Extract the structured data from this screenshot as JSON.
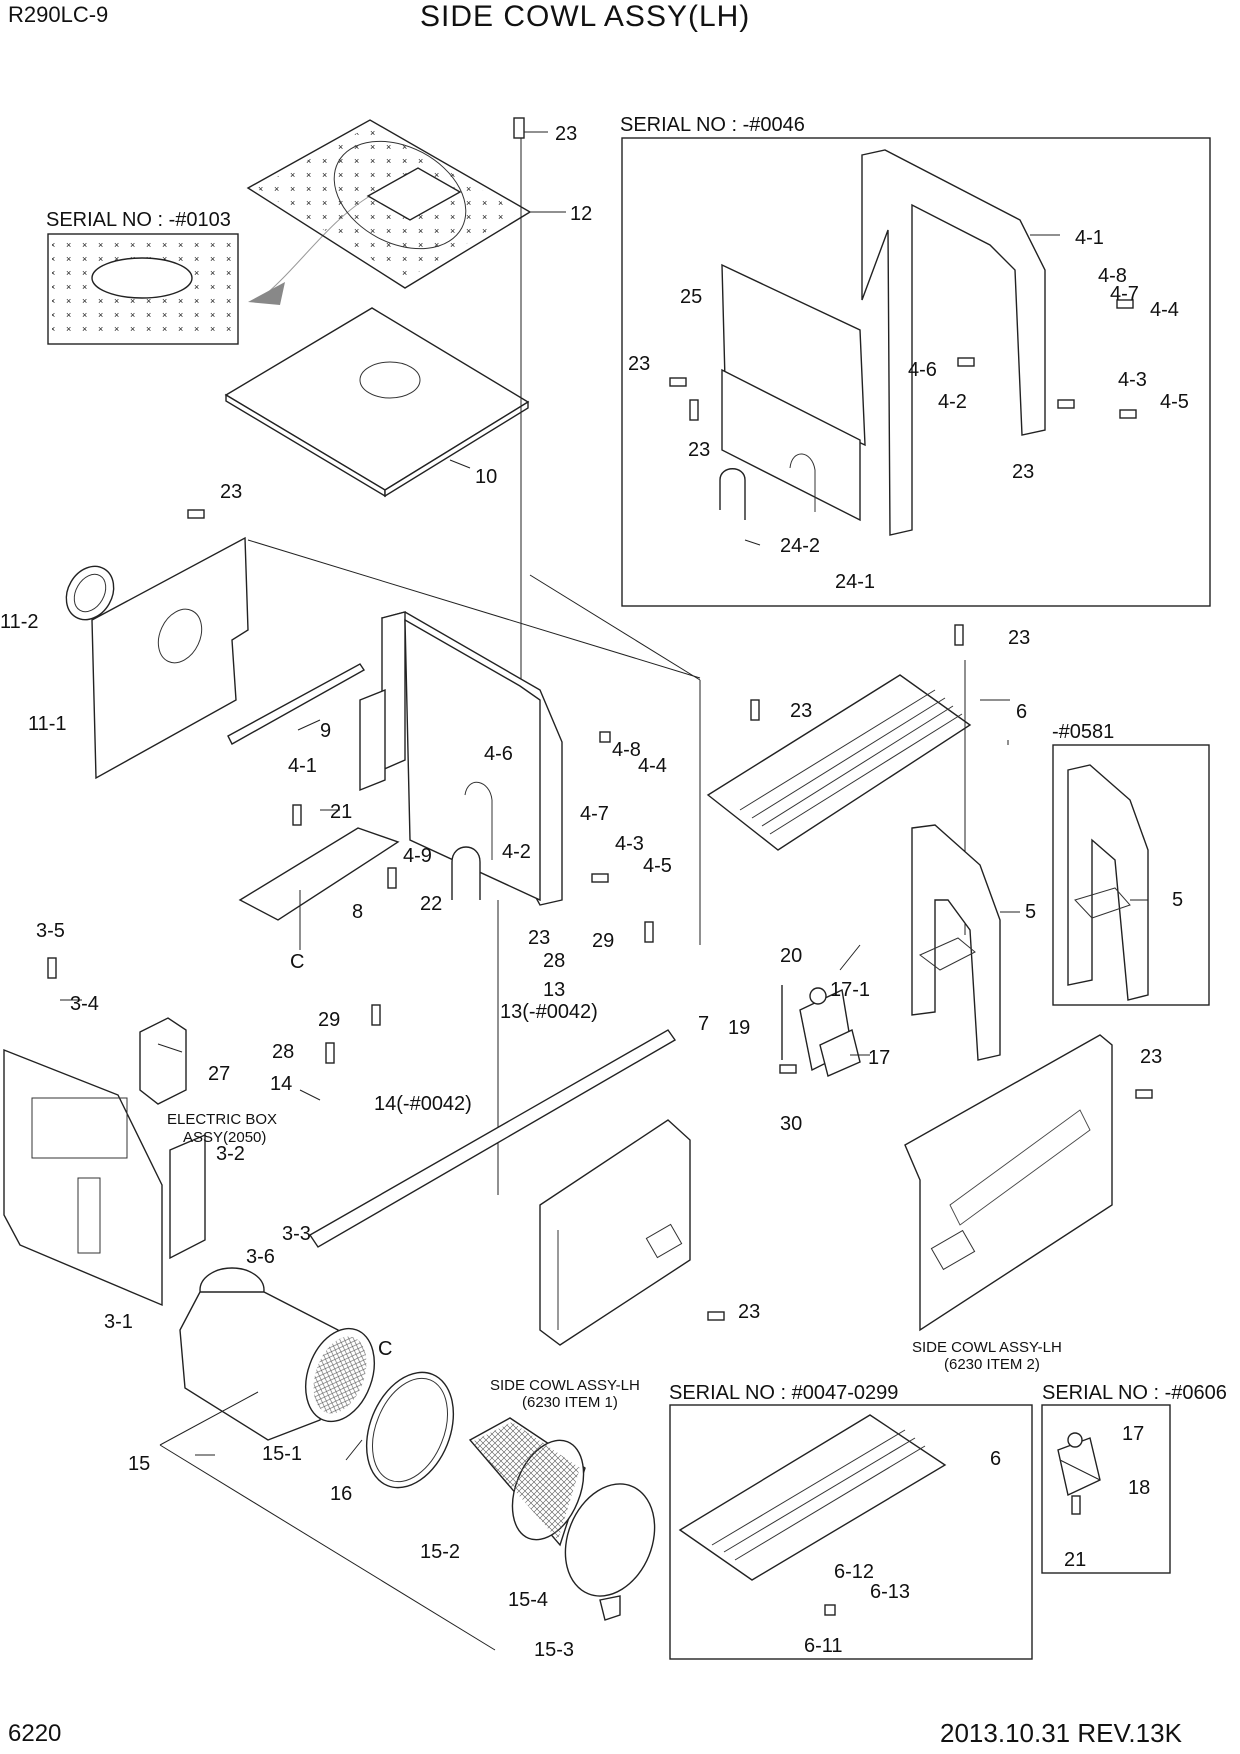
{
  "header": {
    "model": "R290LC-9",
    "title": "SIDE COWL ASSY(LH)"
  },
  "footer": {
    "page_number": "6220",
    "revision": "2013.10.31  REV.13K"
  },
  "serial_notes": {
    "n0103": "SERIAL NO : -#0103",
    "n0046": "SERIAL NO : -#0046",
    "n0581": "-#0581",
    "n0047": "SERIAL NO : #0047-0299",
    "n0606": "SERIAL NO : -#0606"
  },
  "captions": {
    "electric_box": [
      "ELECTRIC BOX",
      "ASSY(2050)"
    ],
    "cowl_item1": [
      "SIDE COWL ASSY-LH",
      "(6230 ITEM 1)"
    ],
    "cowl_item2": [
      "SIDE COWL ASSY-LH",
      "(6230 ITEM 2)"
    ]
  },
  "callouts": [
    {
      "id": "c23a",
      "text": "23"
    },
    {
      "id": "c12",
      "text": "12"
    },
    {
      "id": "c10",
      "text": "10"
    },
    {
      "id": "c23b",
      "text": "23"
    },
    {
      "id": "c11_2",
      "text": "11-2"
    },
    {
      "id": "c11_1",
      "text": "11-1"
    },
    {
      "id": "c9",
      "text": "9"
    },
    {
      "id": "c4_1",
      "text": "4-1"
    },
    {
      "id": "c21",
      "text": "21"
    },
    {
      "id": "c8",
      "text": "8"
    },
    {
      "id": "cC1",
      "text": "C"
    },
    {
      "id": "c22",
      "text": "22"
    },
    {
      "id": "c4_9",
      "text": "4-9"
    },
    {
      "id": "c4_6",
      "text": "4-6"
    },
    {
      "id": "c4_2",
      "text": "4-2"
    },
    {
      "id": "c4_8",
      "text": "4-8"
    },
    {
      "id": "c4_4",
      "text": "4-4"
    },
    {
      "id": "c4_7",
      "text": "4-7"
    },
    {
      "id": "c4_3",
      "text": "4-3"
    },
    {
      "id": "c4_5",
      "text": "4-5"
    },
    {
      "id": "c23c",
      "text": "23"
    },
    {
      "id": "c29a",
      "text": "29"
    },
    {
      "id": "c28a",
      "text": "28"
    },
    {
      "id": "c13",
      "text": "13"
    },
    {
      "id": "c13b",
      "text": "13(-#0042)"
    },
    {
      "id": "c7",
      "text": "7"
    },
    {
      "id": "c3_5",
      "text": "3-5"
    },
    {
      "id": "c3_4",
      "text": "3-4"
    },
    {
      "id": "c27",
      "text": "27"
    },
    {
      "id": "c29b",
      "text": "29"
    },
    {
      "id": "c28b",
      "text": "28"
    },
    {
      "id": "c14",
      "text": "14"
    },
    {
      "id": "c14b",
      "text": "14(-#0042)"
    },
    {
      "id": "c3_2",
      "text": "3-2"
    },
    {
      "id": "c3_3",
      "text": "3-3"
    },
    {
      "id": "c3_6",
      "text": "3-6"
    },
    {
      "id": "c3_1",
      "text": "3-1"
    },
    {
      "id": "c15",
      "text": "15"
    },
    {
      "id": "c15_1",
      "text": "15-1"
    },
    {
      "id": "c16",
      "text": "16"
    },
    {
      "id": "cC2",
      "text": "C"
    },
    {
      "id": "c15_2",
      "text": "15-2"
    },
    {
      "id": "c15_4",
      "text": "15-4"
    },
    {
      "id": "c15_3",
      "text": "15-3"
    },
    {
      "id": "c23d",
      "text": "23"
    },
    {
      "id": "c23e",
      "text": "23"
    },
    {
      "id": "c23f",
      "text": "23"
    },
    {
      "id": "c6a",
      "text": "6"
    },
    {
      "id": "c5a",
      "text": "5"
    },
    {
      "id": "c5b",
      "text": "5"
    },
    {
      "id": "c20",
      "text": "20"
    },
    {
      "id": "c17_1",
      "text": "17-1"
    },
    {
      "id": "c19",
      "text": "19"
    },
    {
      "id": "c17a",
      "text": "17"
    },
    {
      "id": "c30",
      "text": "30"
    },
    {
      "id": "c23g",
      "text": "23"
    },
    {
      "id": "ca4_1",
      "text": "4-1"
    },
    {
      "id": "ca4_8",
      "text": "4-8"
    },
    {
      "id": "ca4_7",
      "text": "4-7"
    },
    {
      "id": "ca4_4",
      "text": "4-4"
    },
    {
      "id": "ca25",
      "text": "25"
    },
    {
      "id": "ca23a",
      "text": "23"
    },
    {
      "id": "ca4_6",
      "text": "4-6"
    },
    {
      "id": "ca4_3",
      "text": "4-3"
    },
    {
      "id": "ca4_2",
      "text": "4-2"
    },
    {
      "id": "ca4_5",
      "text": "4-5"
    },
    {
      "id": "ca23b",
      "text": "23"
    },
    {
      "id": "ca23c",
      "text": "23"
    },
    {
      "id": "ca24_2",
      "text": "24-2"
    },
    {
      "id": "ca24_1",
      "text": "24-1"
    },
    {
      "id": "cb6",
      "text": "6"
    },
    {
      "id": "cb6_12",
      "text": "6-12"
    },
    {
      "id": "cb6_13",
      "text": "6-13"
    },
    {
      "id": "cb6_11",
      "text": "6-11"
    },
    {
      "id": "cc17",
      "text": "17"
    },
    {
      "id": "cc18",
      "text": "18"
    },
    {
      "id": "cc21",
      "text": "21"
    }
  ]
}
